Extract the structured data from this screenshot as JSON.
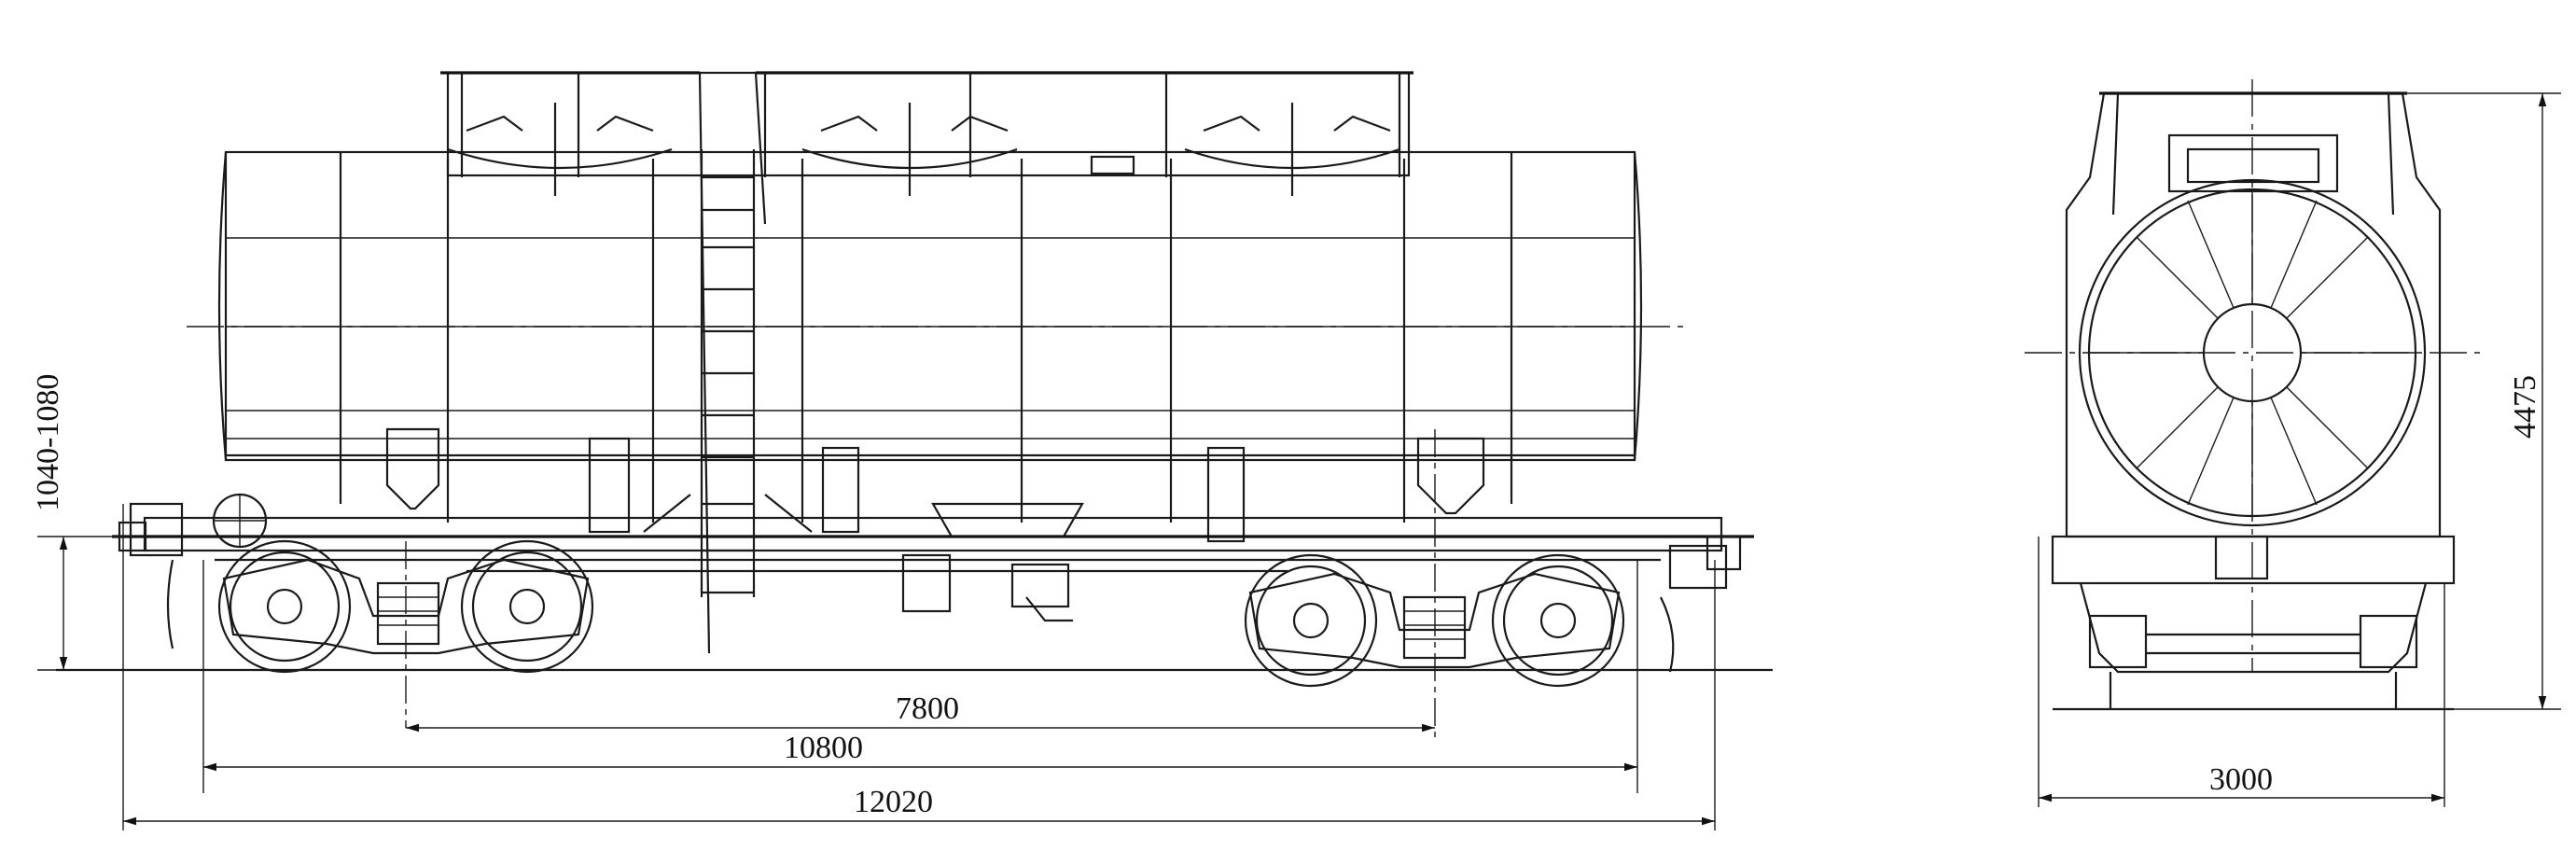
{
  "side_view": {
    "dimensions": {
      "bogie_center_distance": "7800",
      "length_over_frame": "10800",
      "length_over_couplers": "12020",
      "coupler_height": "1040-1080"
    }
  },
  "end_view": {
    "dimensions": {
      "overall_height": "4475",
      "overall_width": "3000"
    }
  }
}
